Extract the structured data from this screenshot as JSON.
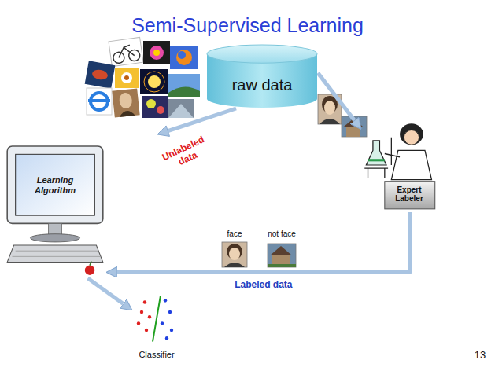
{
  "diagram": {
    "title": "Semi-Supervised Learning",
    "nodes": [
      {
        "text": [
          "raw data"
        ]
      },
      {
        "text": [
          "Learning Algorithm"
        ]
      },
      {
        "text": [
          "Expert Labeler"
        ]
      },
      {
        "text": [
          "Classifier"
        ]
      }
    ],
    "edges": [
      {
        "from": 0,
        "to": 2,
        "arrow": "to"
      },
      {
        "from": 2,
        "to": 1,
        "label": "Labeled data",
        "arrow": "to"
      },
      {
        "from": 1,
        "to": 3,
        "arrow": "to"
      }
    ],
    "labels": [
      "Unlabeled data",
      "face",
      "not face",
      "13"
    ]
  }
}
